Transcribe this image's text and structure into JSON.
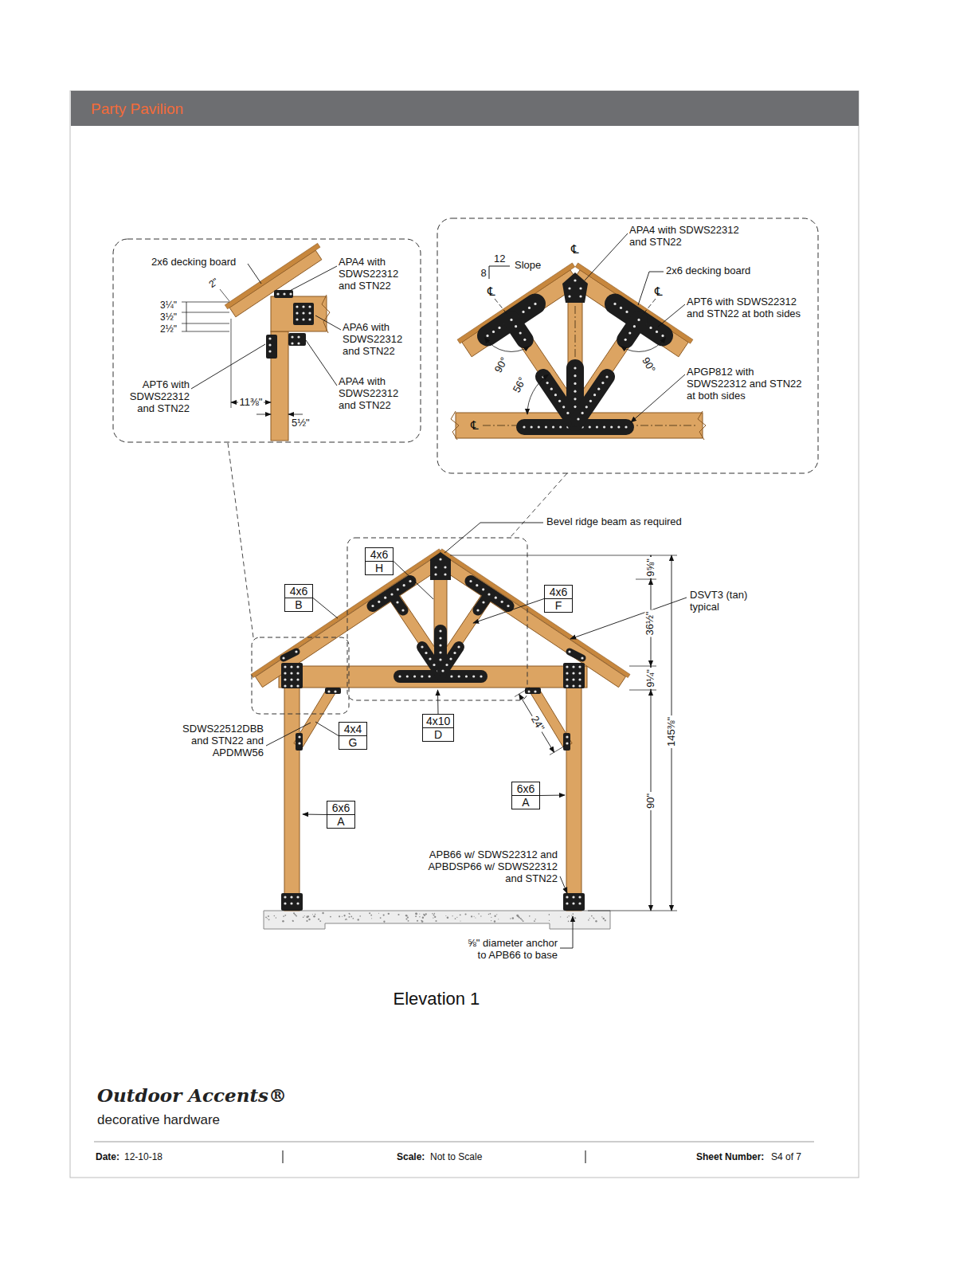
{
  "diagram": {
    "title": "Party Pavilion",
    "caption": "Elevation 1",
    "nodes": [
      {
        "text": [
          "4x6",
          "H"
        ]
      },
      {
        "text": [
          "4x6",
          "B"
        ]
      },
      {
        "text": [
          "4x6",
          "F"
        ]
      },
      {
        "text": [
          "4x4",
          "G"
        ]
      },
      {
        "text": [
          "4x10",
          "D"
        ]
      },
      {
        "text": [
          "6x6",
          "A"
        ]
      },
      {
        "text": [
          "6x6",
          "A"
        ]
      }
    ],
    "labels": [
      "2x6 decking board",
      "APA4 with SDWS22312 and STN22",
      "2\"",
      "3¼\"",
      "3½\"",
      "2½\"",
      "APA6 with SDWS22312 and STN22",
      "APT6 with SDWS22312 and STN22",
      "11⅜\"",
      "APA4 with SDWS22312 and STN22",
      "5½\"",
      "12",
      "8",
      "Slope",
      "℄",
      "APA4 with SDWS22312 and STN22",
      "2x6 decking board",
      "℄",
      "℄",
      "APT6 with SDWS22312 and STN22 at both sides",
      "90°",
      "90°",
      "56°",
      "APGP812 with SDWS22312 and STN22 at both sides",
      "℄",
      "Bevel ridge beam as required",
      "DSVT3 (tan) typical",
      "9⅝\"",
      "36½\"",
      "9¼\"",
      "145⅜\"",
      "90\"",
      "24\"",
      "SDWS22512DBB and STN22 and APDMW56",
      "APB66 w/ SDWS22312 and APBDSP66 w/ SDWS22312 and STN22",
      "⅝\" diameter anchor to APB66 to base",
      "Outdoor Accents®",
      "decorative hardware",
      "Date:",
      "12-10-18",
      "Scale:",
      "Not to Scale",
      "Sheet Number:",
      "S4 of 7"
    ]
  }
}
